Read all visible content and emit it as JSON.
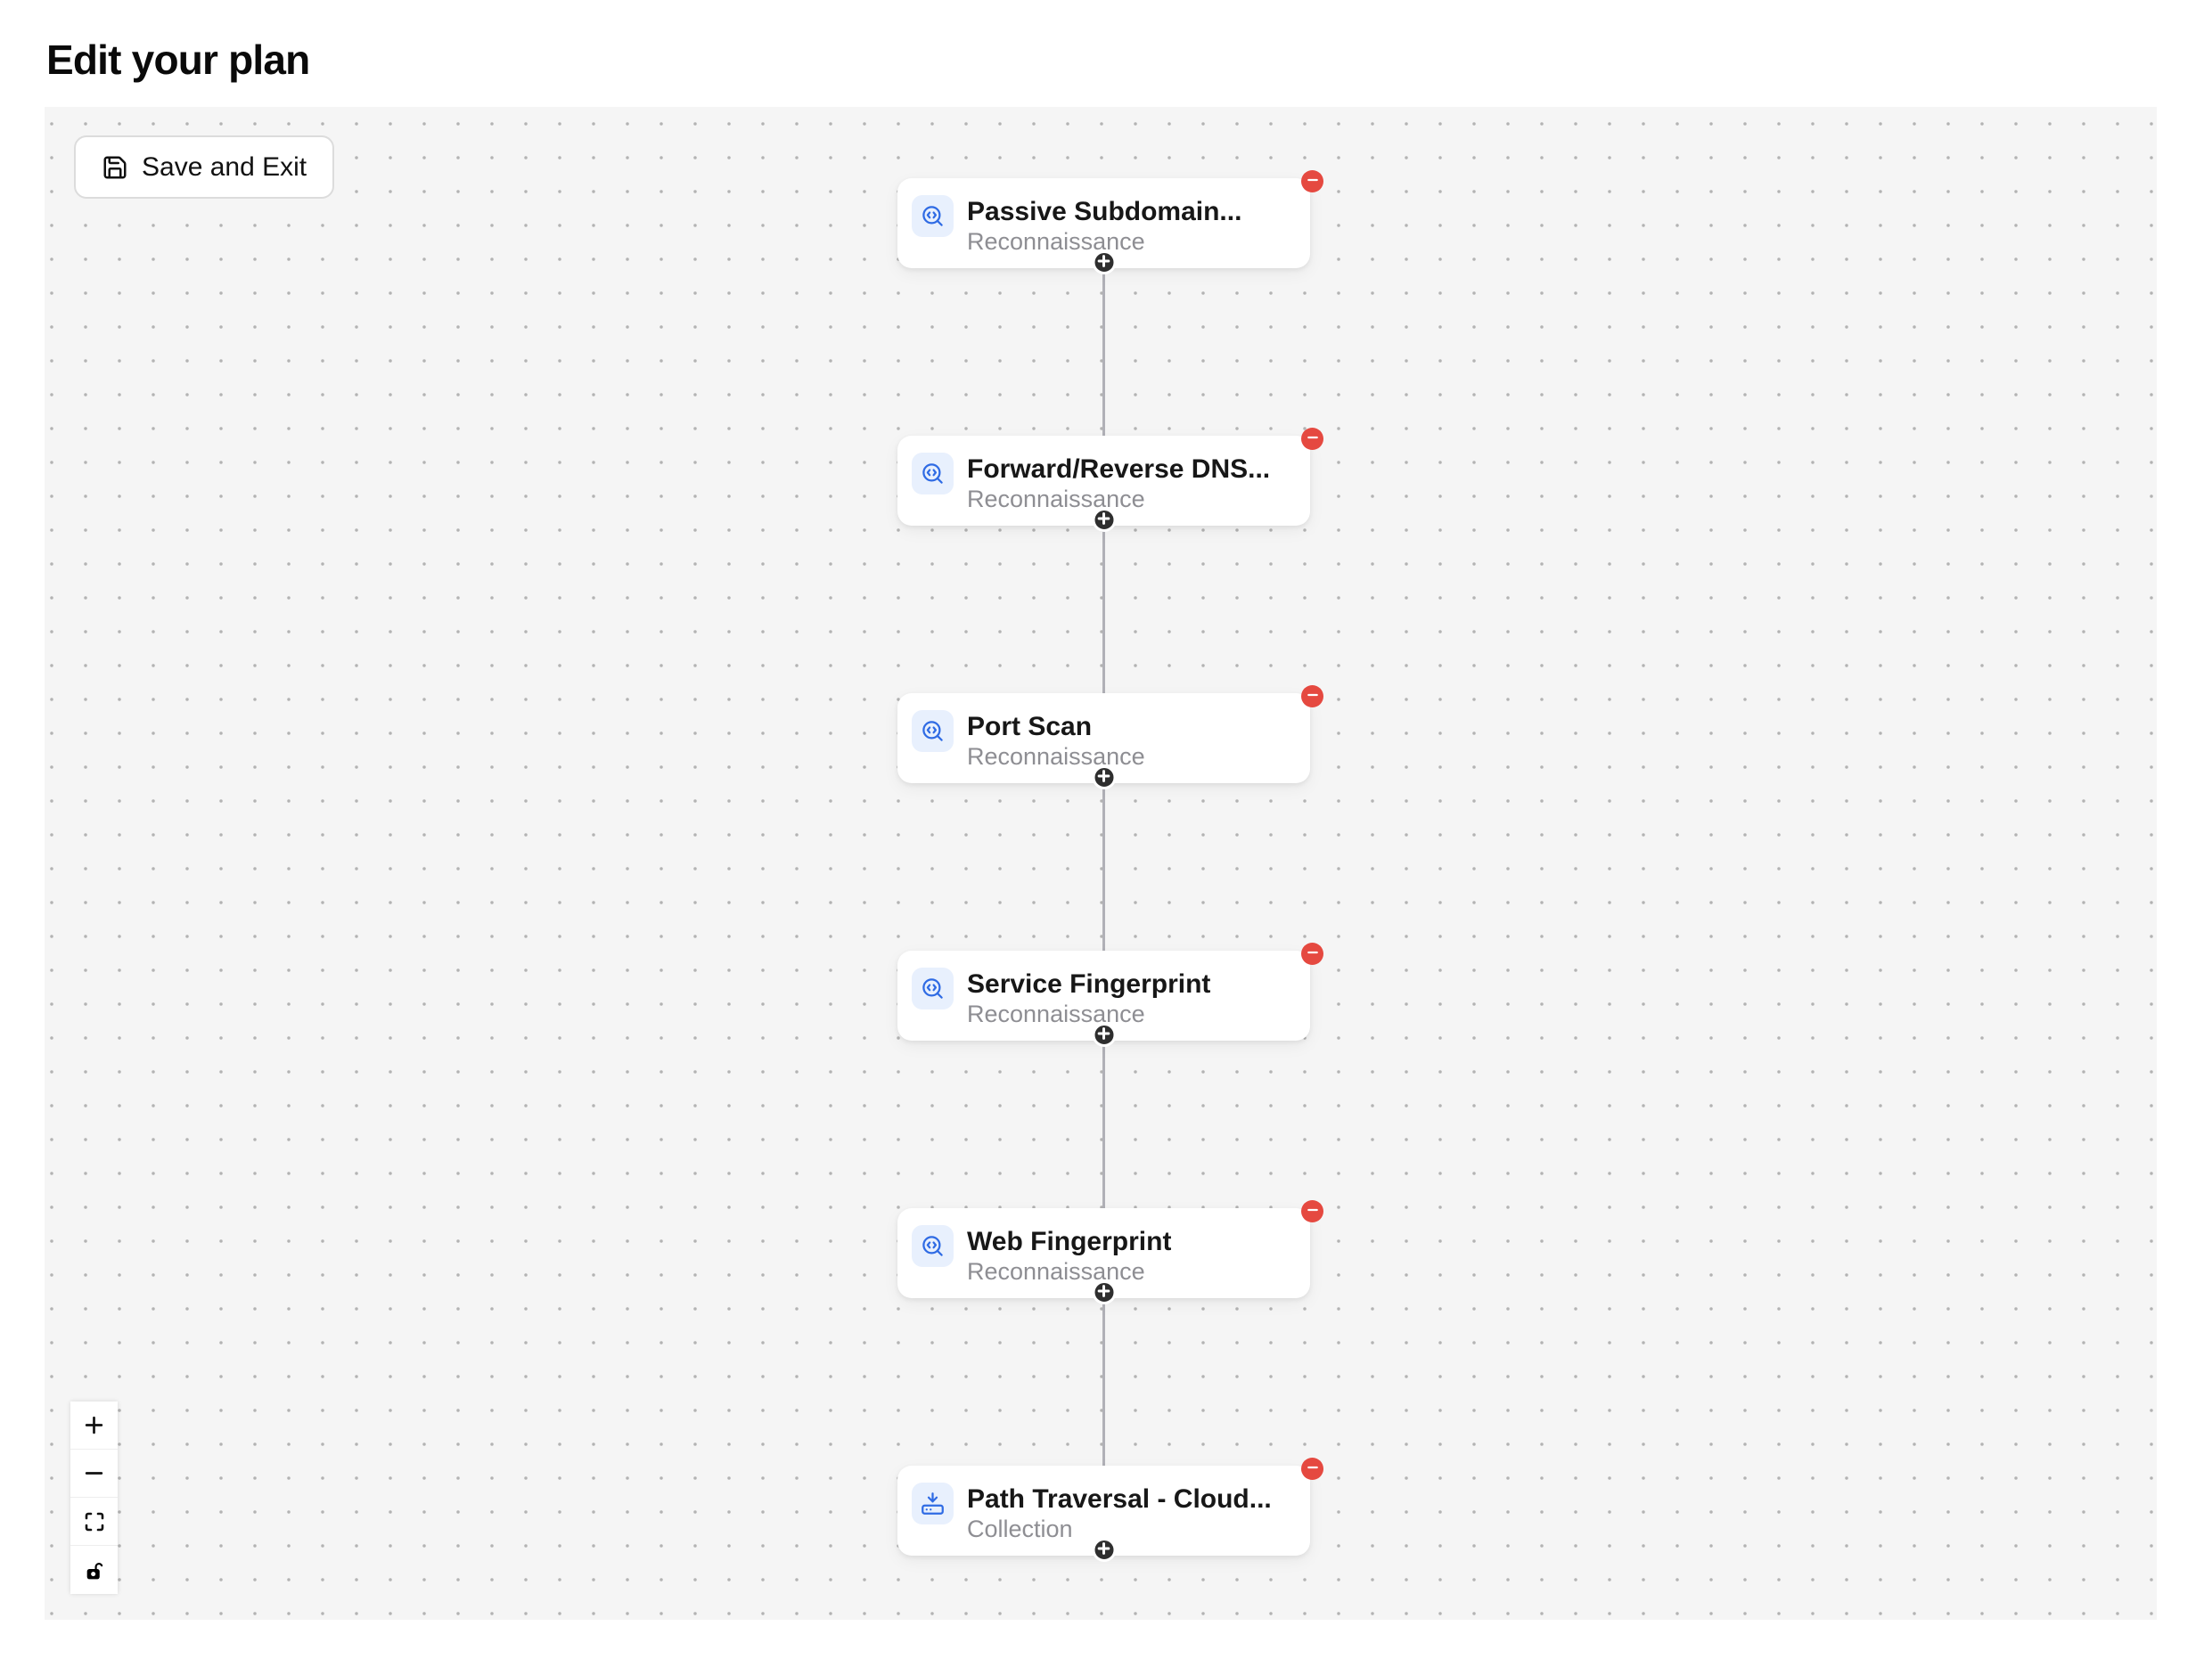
{
  "page": {
    "title": "Edit your plan"
  },
  "toolbar": {
    "save_label": "Save and Exit",
    "save_icon": "save-icon"
  },
  "nodes": [
    {
      "title": "Passive Subdomain...",
      "category": "Reconnaissance",
      "icon": "search-code-icon"
    },
    {
      "title": "Forward/Reverse DNS...",
      "category": "Reconnaissance",
      "icon": "search-code-icon"
    },
    {
      "title": "Port Scan",
      "category": "Reconnaissance",
      "icon": "search-code-icon"
    },
    {
      "title": "Service Fingerprint",
      "category": "Reconnaissance",
      "icon": "search-code-icon"
    },
    {
      "title": "Web Fingerprint",
      "category": "Reconnaissance",
      "icon": "search-code-icon"
    },
    {
      "title": "Path Traversal - Cloud...",
      "category": "Collection",
      "icon": "hard-drive-download-icon"
    }
  ],
  "node_actions": {
    "remove_icon": "minus-icon",
    "add_icon": "plus-icon"
  },
  "controls": [
    {
      "id": "zoom-in",
      "icon": "plus-icon"
    },
    {
      "id": "zoom-out",
      "icon": "minus-icon"
    },
    {
      "id": "fit-view",
      "icon": "maximize-icon"
    },
    {
      "id": "toggle-interactivity",
      "icon": "unlock-icon"
    }
  ],
  "colors": {
    "accent_blue": "#2f6be4",
    "icon_bg": "#e8f0fd",
    "remove_red": "#e54940",
    "add_dark": "#2e2e2e",
    "edge_gray": "#b1b1b7",
    "canvas_bg": "#f5f5f5",
    "dot_color": "#b3b3b3",
    "card_bg": "#ffffff",
    "title_text": "#171717",
    "category_text": "#8e8e93"
  }
}
